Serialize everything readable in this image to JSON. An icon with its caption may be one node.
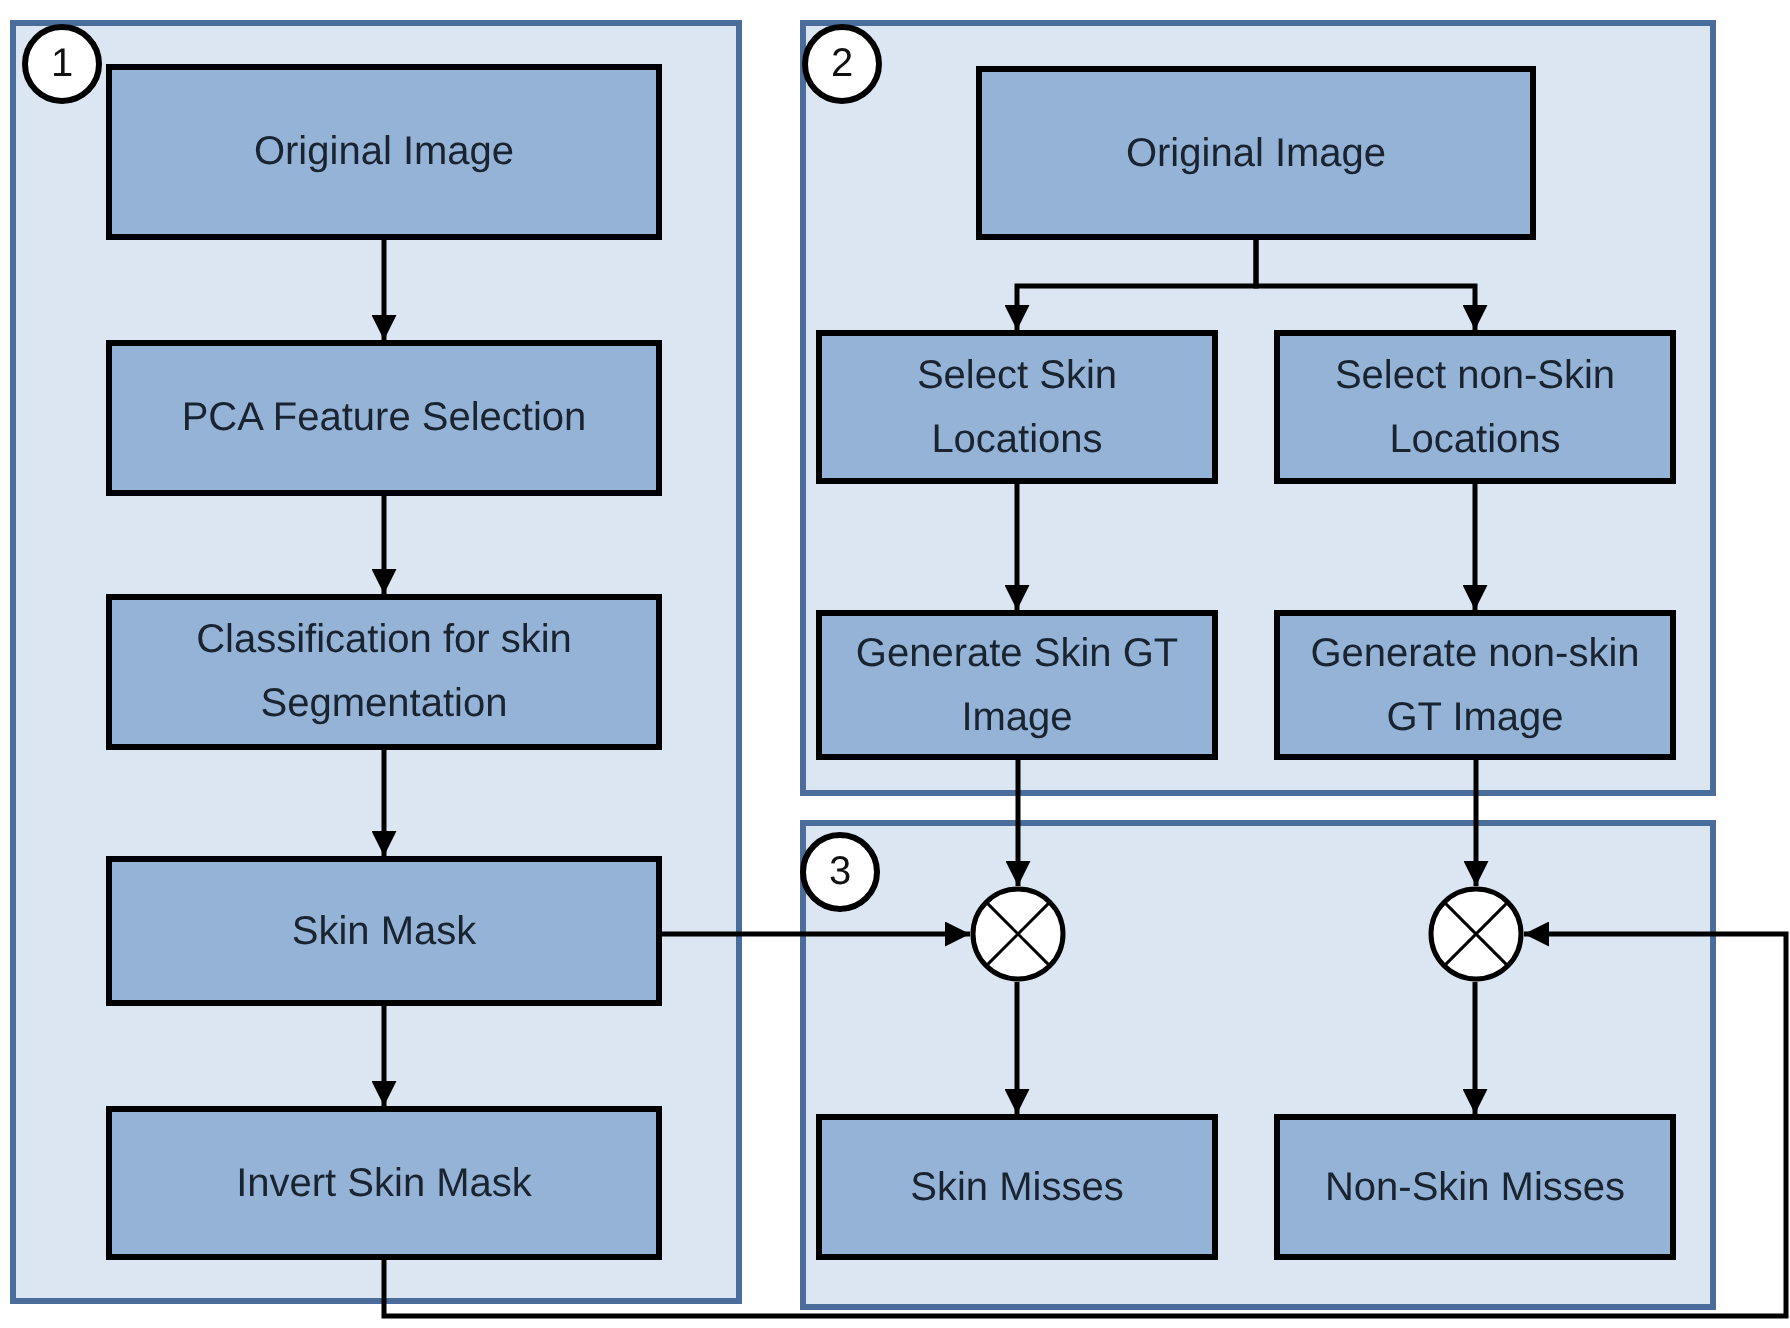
{
  "diagram": {
    "nodes": [
      {
        "text": [],
        "shape": "box"
      },
      {
        "text": [
          "1"
        ],
        "in": 0
      },
      {
        "text": [
          "Original Image"
        ],
        "in": 0
      },
      {
        "text": [
          "PCA Feature Selection"
        ],
        "in": 0
      },
      {
        "text": [
          "Classification for skin Segmentation"
        ],
        "in": 0
      },
      {
        "text": [
          "Skin Mask"
        ],
        "in": 0
      },
      {
        "text": [
          "Invert Skin Mask"
        ],
        "in": 0
      },
      {
        "text": [],
        "shape": "box"
      },
      {
        "text": [
          "2"
        ],
        "in": 7
      },
      {
        "text": [
          "Original Image"
        ],
        "in": 7
      },
      {
        "text": [
          "Select Skin Locations"
        ],
        "in": 7
      },
      {
        "text": [
          "Select non-Skin Locations"
        ],
        "in": 7
      },
      {
        "text": [
          "Generate Skin GT Image"
        ],
        "in": 7
      },
      {
        "text": [
          "Generate non-skin GT Image"
        ],
        "in": 7
      },
      {
        "text": [],
        "shape": "box"
      },
      {
        "text": [
          "3"
        ],
        "in": 14
      },
      {
        "text": [],
        "shape": "circle",
        "in": 14
      },
      {
        "text": [],
        "shape": "circle",
        "in": 14
      },
      {
        "text": [
          "Skin Misses"
        ],
        "in": 14
      },
      {
        "text": [
          "Non-Skin Misses"
        ],
        "in": 14
      }
    ],
    "edges": [
      {
        "from": 2,
        "to": 3,
        "arrow": "to"
      },
      {
        "from": 3,
        "to": 4,
        "arrow": "to"
      },
      {
        "from": 4,
        "to": 5,
        "arrow": "to"
      },
      {
        "from": 5,
        "to": 6,
        "arrow": "to"
      },
      {
        "from": 9,
        "to": 10,
        "arrow": "to"
      },
      {
        "from": 9,
        "to": 11,
        "arrow": "to"
      },
      {
        "from": 10,
        "to": 12,
        "arrow": "to"
      },
      {
        "from": 11,
        "to": 13,
        "arrow": "to"
      },
      {
        "from": 12,
        "to": 16,
        "arrow": "to"
      },
      {
        "from": 13,
        "to": 17,
        "arrow": "to"
      },
      {
        "from": 5,
        "to": 16,
        "arrow": "to"
      },
      {
        "from": 6,
        "to": 17,
        "arrow": "to"
      },
      {
        "from": 16,
        "to": 18,
        "arrow": "to"
      },
      {
        "from": 17,
        "to": 19,
        "arrow": "to"
      }
    ]
  }
}
